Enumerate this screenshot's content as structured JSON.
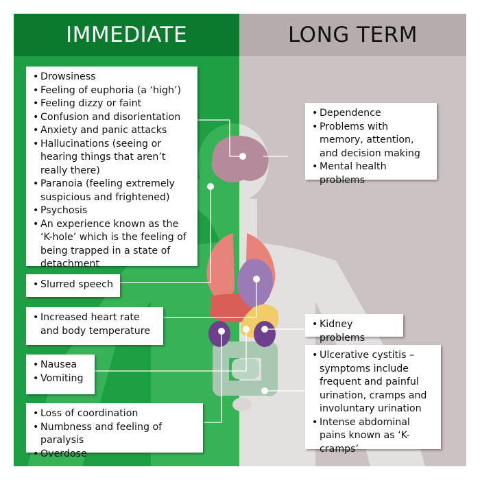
{
  "headers": {
    "immediate": "IMMEDIATE",
    "long_term": "LONG TERM"
  },
  "colors": {
    "immediate_bg": "#1f9f43",
    "immediate_header": "#0b7a2e",
    "long_term_bg": "#cbc3c3",
    "long_term_header": "#b5adad"
  },
  "immediate": {
    "brain_effects": [
      "Drowsiness",
      "Feeling of euphoria (a ‘high’)",
      "Feeling dizzy or faint",
      "Confusion and disorientation",
      "Anxiety and panic attacks",
      "Hallucinations (seeing or hearing things that aren’t really there)",
      "Paranoia (feeling extremely suspicious and frightened)",
      "Psychosis",
      "An experience known as the ‘K-hole’ which is the feeling of being trapped in a state of detachment"
    ],
    "speech": [
      "Slurred speech"
    ],
    "heart": [
      "Increased heart rate and body temperature"
    ],
    "stomach": [
      "Nausea",
      "Vomiting"
    ],
    "body": [
      "Loss of coordination",
      "Numbness and feeling of paralysis",
      "Overdose"
    ]
  },
  "long_term": {
    "brain": [
      "Dependence",
      "Problems with memory, attention, and decision making",
      "Mental health problems"
    ],
    "kidney": [
      "Kidney problems"
    ],
    "bladder": [
      "Ulcerative cystitis – symptoms include frequent and painful urination, cramps and involuntary urination",
      "Intense abdominal pains known as ‘K-cramps’"
    ]
  }
}
